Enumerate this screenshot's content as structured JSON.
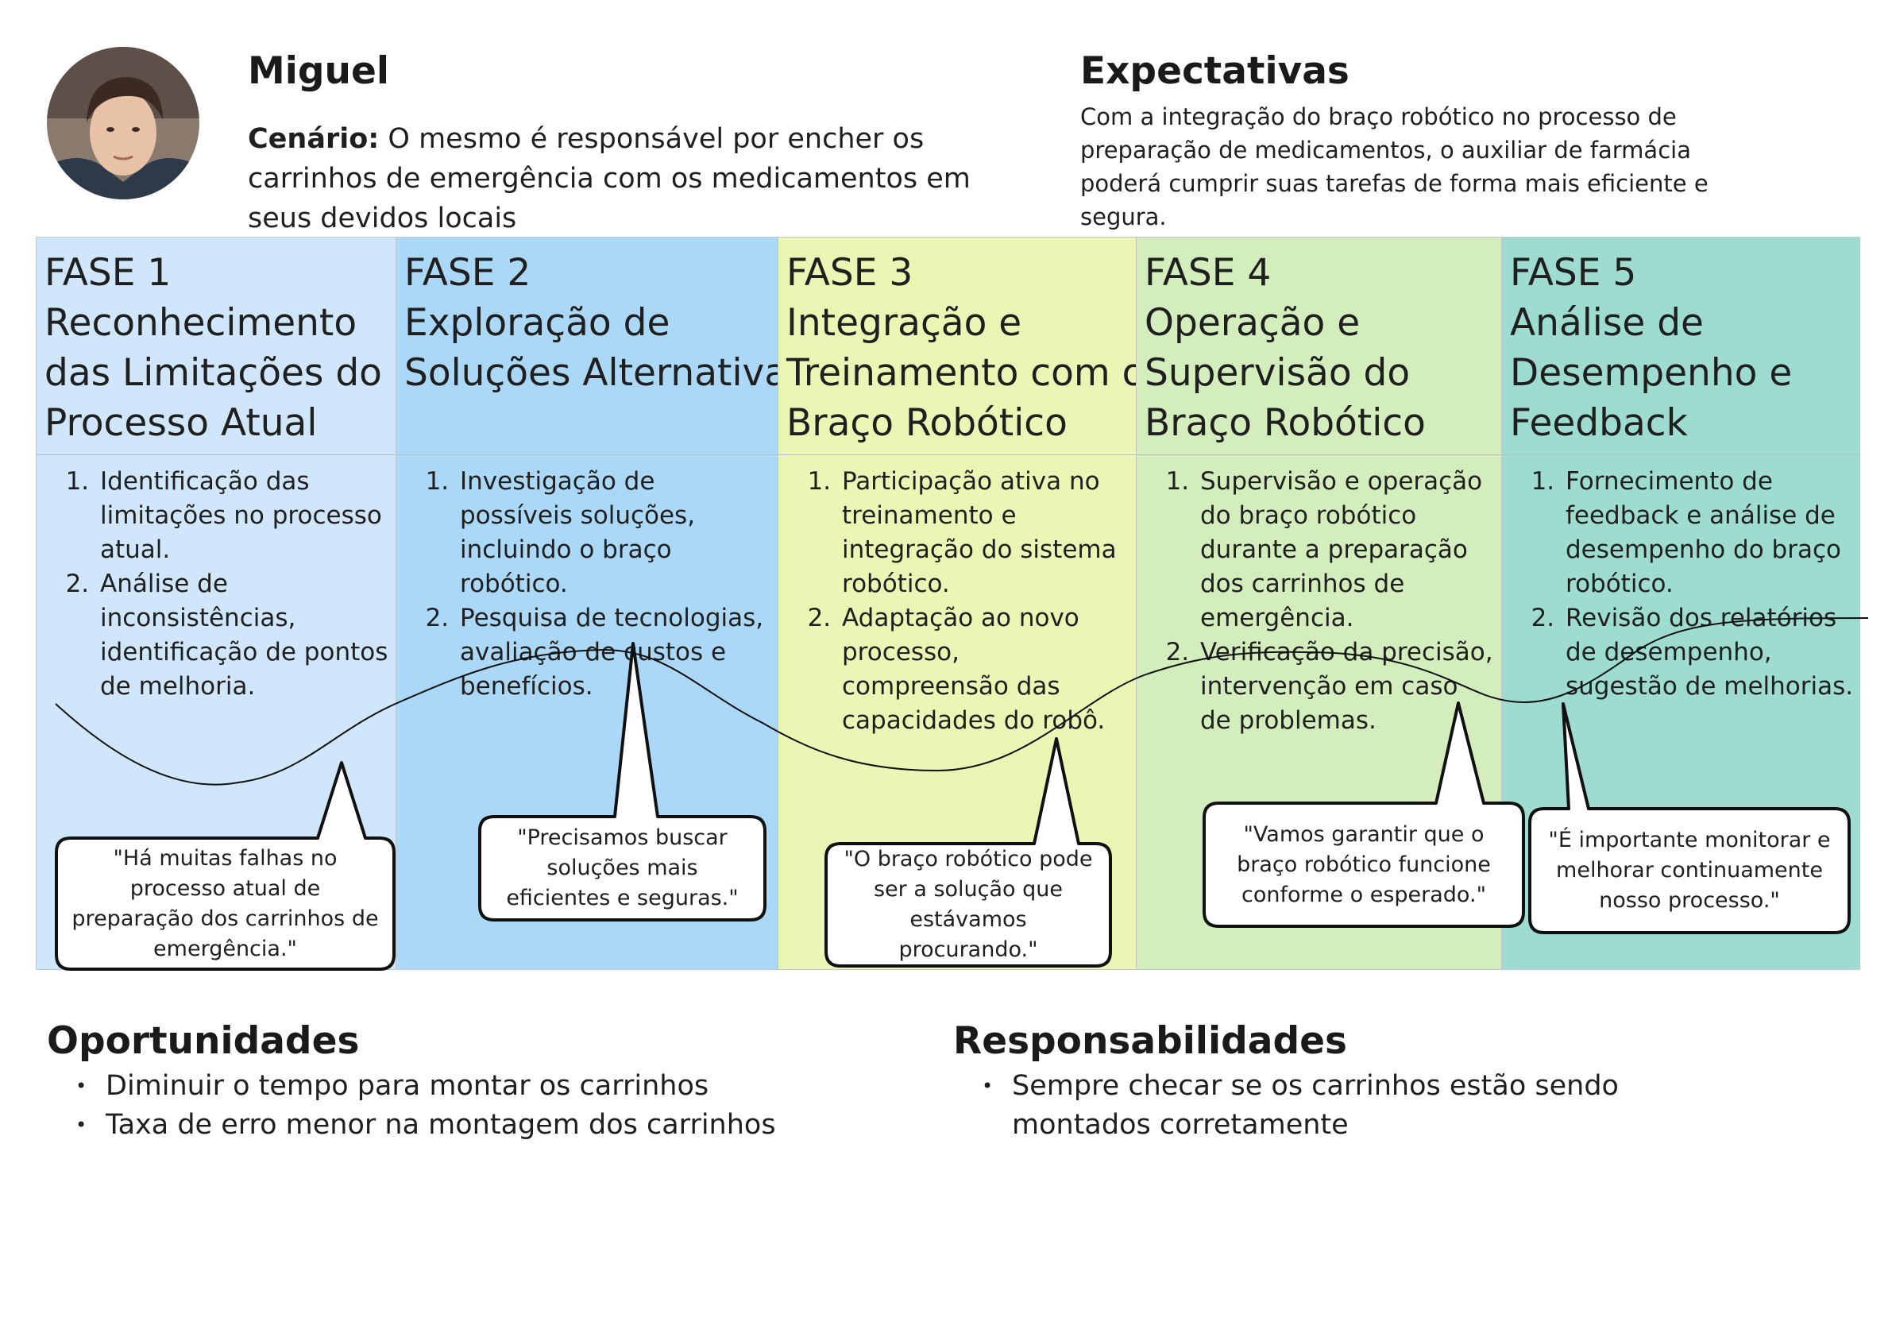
{
  "persona": {
    "name": "Miguel",
    "scenario_label": "Cenário:",
    "scenario_text": "O mesmo é responsável por encher os carrinhos de emergência com os medicamentos em seus devidos locais"
  },
  "expectations": {
    "title": "Expectativas",
    "text": "Com a integração do braço robótico no processo de preparação de medicamentos, o auxiliar de farmácia poderá cumprir suas tarefas de forma mais eficiente e segura."
  },
  "phases": [
    {
      "label": "FASE 1",
      "title_lines": [
        "Reconhecimento",
        "das Limitações do",
        "Processo Atual"
      ],
      "items": [
        "Identificação das limitações no processo atual.",
        "Análise de inconsistências, identificação de pontos de melhoria."
      ],
      "quote": "\"Há muitas falhas no processo atual de preparação dos carrinhos de emergência.\"",
      "color": "#cfe6fb"
    },
    {
      "label": "FASE 2",
      "title_lines": [
        "Exploração de",
        "Soluções Alternativas"
      ],
      "items": [
        "Investigação de possíveis soluções, incluindo o braço robótico.",
        "Pesquisa de tecnologias, avaliação de custos e benefícios."
      ],
      "quote": "\"Precisamos buscar soluções mais eficientes e seguras.\"",
      "color": "#acd8f7"
    },
    {
      "label": "FASE 3",
      "title_lines": [
        "Integração e",
        "Treinamento com o",
        "Braço Robótico"
      ],
      "items": [
        "Participação ativa no treinamento e integração do sistema robótico.",
        "Adaptação ao novo processo, compreensão das capacidades do robô."
      ],
      "quote": "\"O braço robótico pode ser a solução que estávamos procurando.\"",
      "color": "#ebf6b4"
    },
    {
      "label": "FASE 4",
      "title_lines": [
        "Operação e",
        "Supervisão do",
        "Braço Robótico"
      ],
      "items": [
        "Supervisão e operação do braço robótico durante a preparação dos carrinhos de emergência.",
        "Verificação da precisão, intervenção em caso de problemas."
      ],
      "quote": "\"Vamos garantir que o braço robótico funcione conforme o esperado.\"",
      "color": "#d3edbc"
    },
    {
      "label": "FASE 5",
      "title_lines": [
        "Análise de",
        "Desempenho e",
        "Feedback"
      ],
      "items": [
        "Fornecimento de feedback e análise de desempenho do braço robótico.",
        "Revisão dos relatórios de desempenho, sugestão de melhorias."
      ],
      "quote": "\"É importante monitorar e melhorar continuamente nosso processo.\"",
      "color": "#9edcd0"
    }
  ],
  "opportunities": {
    "title": "Oportunidades",
    "items": [
      "Diminuir o tempo para montar os carrinhos",
      "Taxa de erro menor na montagem dos carrinhos"
    ]
  },
  "responsibilities": {
    "title": "Responsabilidades",
    "items": [
      "Sempre checar se os carrinhos estão sendo montados corretamente"
    ]
  }
}
